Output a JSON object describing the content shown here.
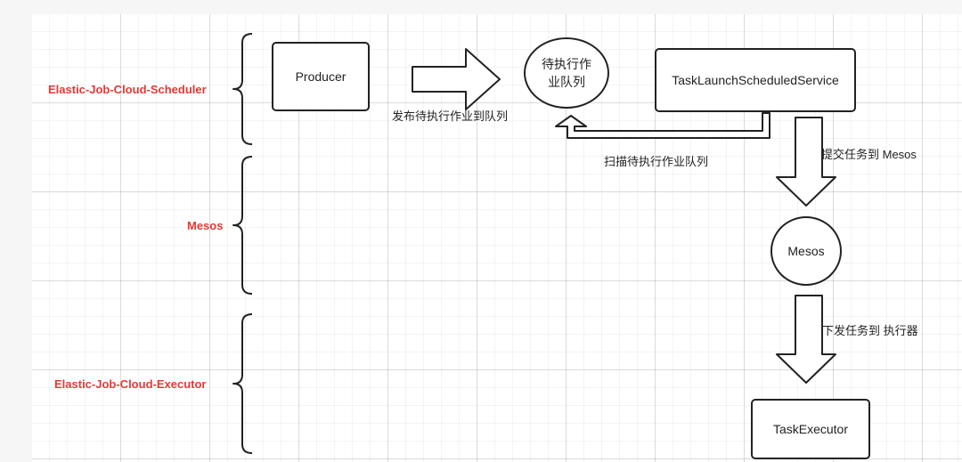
{
  "lanes": {
    "scheduler": "Elastic-Job-Cloud-Scheduler",
    "mesos": "Mesos",
    "executor": "Elastic-Job-Cloud-Executor"
  },
  "nodes": {
    "producer": "Producer",
    "queue": "待执行作业队列",
    "launch_service": "TaskLaunchScheduledService",
    "mesos": "Mesos",
    "executor": "TaskExecutor"
  },
  "edges": {
    "publish": "发布待执行作业到队列",
    "scan": "扫描待执行作业队列",
    "submit": "提交任务到 Mesos",
    "dispatch": "下发任务到 执行器"
  },
  "colors": {
    "lane_label": "#e53935",
    "stroke": "#222222",
    "background": "#ffffff"
  }
}
